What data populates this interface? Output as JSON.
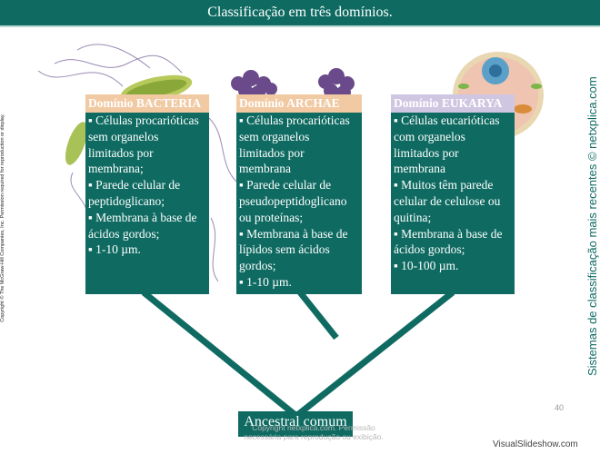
{
  "title": "Classificação em três domínios.",
  "copyright_side": "Copyright © The McGraw-Hill Companies, Inc. Permission required for reproduction or display.",
  "side_right": "Sistemas de classificação mais recentes © netxplica.com",
  "domains": [
    {
      "header": "Domínio BACTERIA",
      "lines": [
        "▪ Células procarióticas",
        "sem organelos",
        "limitados por",
        "membrana;",
        "▪ Parede celular de",
        "peptidoglicano;",
        "▪ Membrana à base de",
        "ácidos gordos;",
        "▪ 1-10 µm."
      ]
    },
    {
      "header": "Domínio ARCHAE",
      "lines": [
        "▪ Células procarióticas",
        "sem organelos",
        "limitados por",
        "membrana",
        "▪ Parede celular de",
        "pseudopeptidoglicano",
        "ou proteínas;",
        "▪ Membrana à base de",
        "lípidos sem ácidos",
        "gordos;",
        "▪ 1-10 µm."
      ]
    },
    {
      "header": "Domínio EUKARYA",
      "lines": [
        "▪ Células eucarióticas",
        "com organelos",
        "limitados por",
        "membrana",
        "▪ Muitos têm parede",
        "celular de celulose ou",
        "quitina;",
        "▪ Membrana à base de",
        "ácidos gordos;",
        "▪ 10-100 µm."
      ]
    }
  ],
  "root": "Ancestral comum",
  "watermark": [
    "Copyright netxplica.com. Permissão",
    "necessária para reprodução ou exibição."
  ],
  "page_number": "40",
  "site": "VisualSlideshow.com",
  "colors": {
    "teal": "#0f6b62",
    "bacteria_header": "#f1c9a2",
    "eukarya_header": "#cfc6e2"
  }
}
